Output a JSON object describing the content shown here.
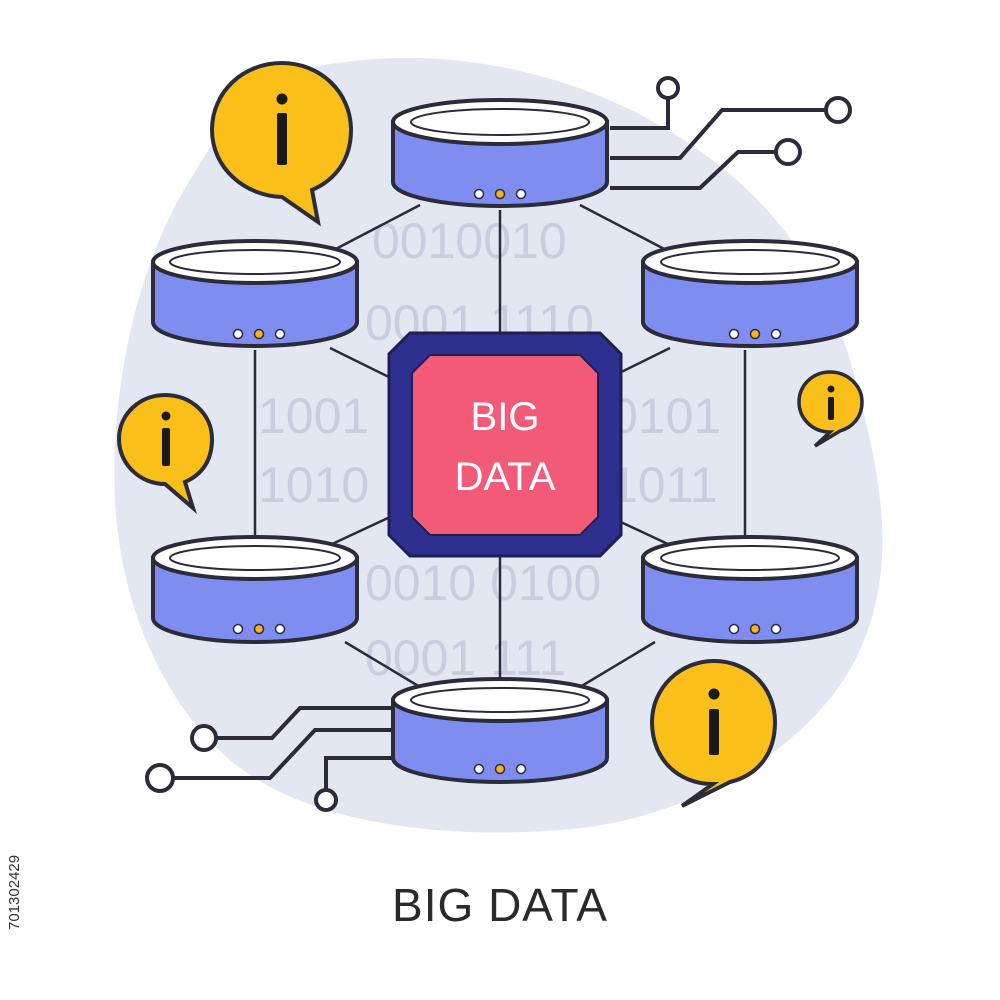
{
  "chip": {
    "line1": "BIG",
    "line2": "DATA"
  },
  "caption": "BIG DATA",
  "stock_id": "701302429",
  "binary_rows": [
    "0010010",
    "0001 1110",
    "1001",
    "0101",
    "1010",
    "1011",
    "0010 0100",
    "0001 111"
  ],
  "info_glyph": "i",
  "colors": {
    "blob": "#e3e7f1",
    "database": "#7f8df0",
    "database_top": "#ffffff",
    "outline": "#2b2b3a",
    "chip_frame": "#2e2f8f",
    "chip_face": "#f25a78",
    "bubble": "#fbbf1a",
    "dot": "#f6b21b",
    "binary": "#c9cede"
  },
  "icons": [
    "info-bubble-icon",
    "database-icon",
    "circuit-trace-icon",
    "processor-chip-icon"
  ]
}
